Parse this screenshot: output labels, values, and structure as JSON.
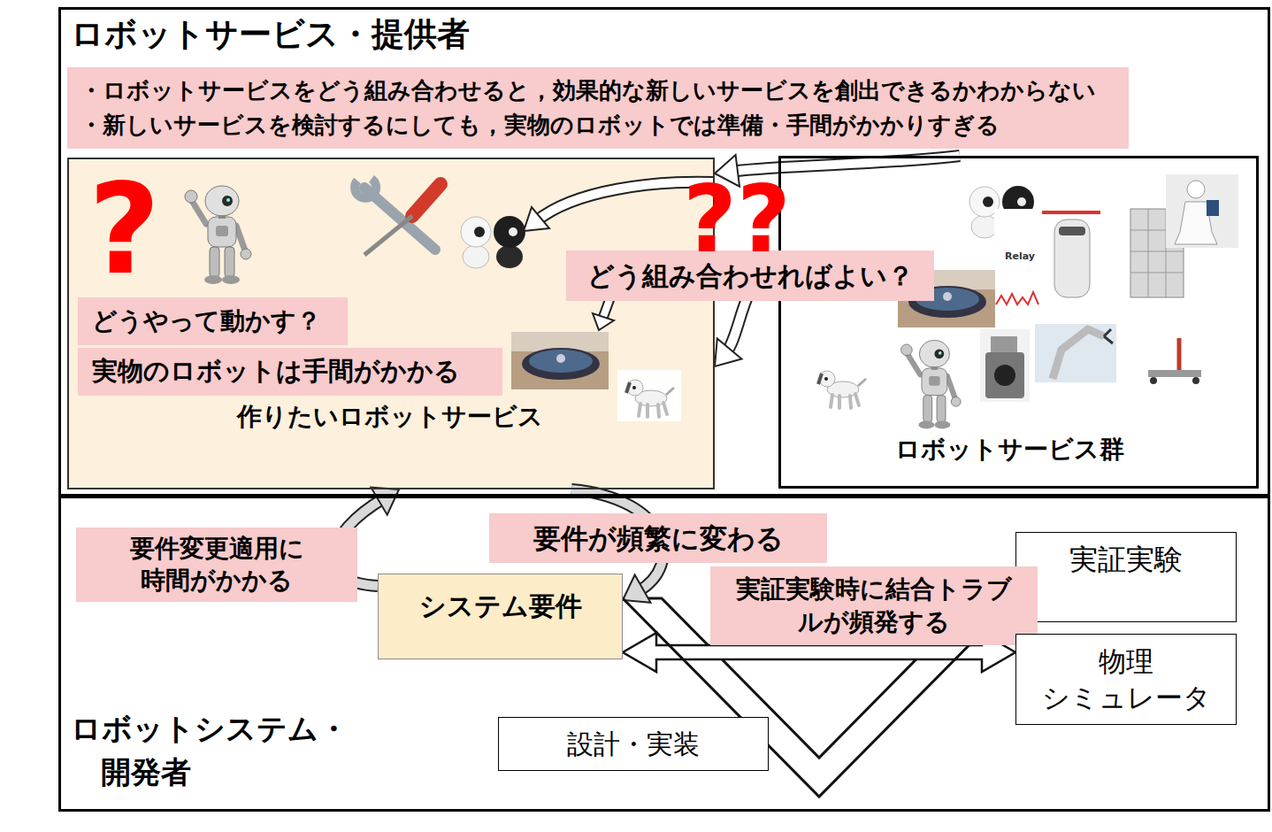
{
  "diagram": {
    "nodes": [
      {
        "text": [
          "ロボットサービス・提供者"
        ]
      },
      {
        "text": [
          "・ロボットサービスをどう組み合わせると，効果的な新しいサービスを創出できるかわからない",
          "・新しいサービスを検討するにしても，実物のロボットでは準備・手間がかかりすぎる"
        ],
        "in": 0
      },
      {
        "text": [
          "作りたいロボットサービス"
        ],
        "in": 0
      },
      {
        "text": [
          "どうやって動かす？"
        ],
        "in": 2
      },
      {
        "text": [
          "実物のロボットは手間がかかる"
        ],
        "in": 2
      },
      {
        "text": [
          "ロボットサービス群"
        ],
        "in": 0
      },
      {
        "text": [
          "どう組み合わせればよい？"
        ],
        "in": 0
      },
      {
        "text": [
          "ロボットシステム・ 開発者"
        ]
      },
      {
        "text": [
          "要件変更適用に 時間がかかる"
        ],
        "in": 7
      },
      {
        "text": [
          "要件が頻繁に変わる"
        ],
        "in": 7
      },
      {
        "text": [
          "システム要件"
        ],
        "in": 7
      },
      {
        "text": [
          "実証実験"
        ],
        "in": 7
      },
      {
        "text": [
          "実証実験時に結合トラブ ルが頻発する"
        ],
        "in": 7
      },
      {
        "text": [
          "物理 シミュレータ"
        ],
        "in": 7
      },
      {
        "text": [
          "設計・実装"
        ],
        "in": 7
      }
    ],
    "edges": [
      {
        "from": 5,
        "to": 2,
        "arrow": "to"
      },
      {
        "from": 5,
        "to": 2,
        "arrow": "to"
      },
      {
        "from": 2,
        "to": 10,
        "arrow": "to"
      },
      {
        "from": 10,
        "to": 2,
        "arrow": "to"
      },
      {
        "from": 10,
        "to": 13,
        "arrow": "both"
      },
      {
        "from": 10,
        "to": 11,
        "arrow": "none"
      }
    ],
    "labels": [
      "?",
      "??",
      "Relay"
    ]
  }
}
